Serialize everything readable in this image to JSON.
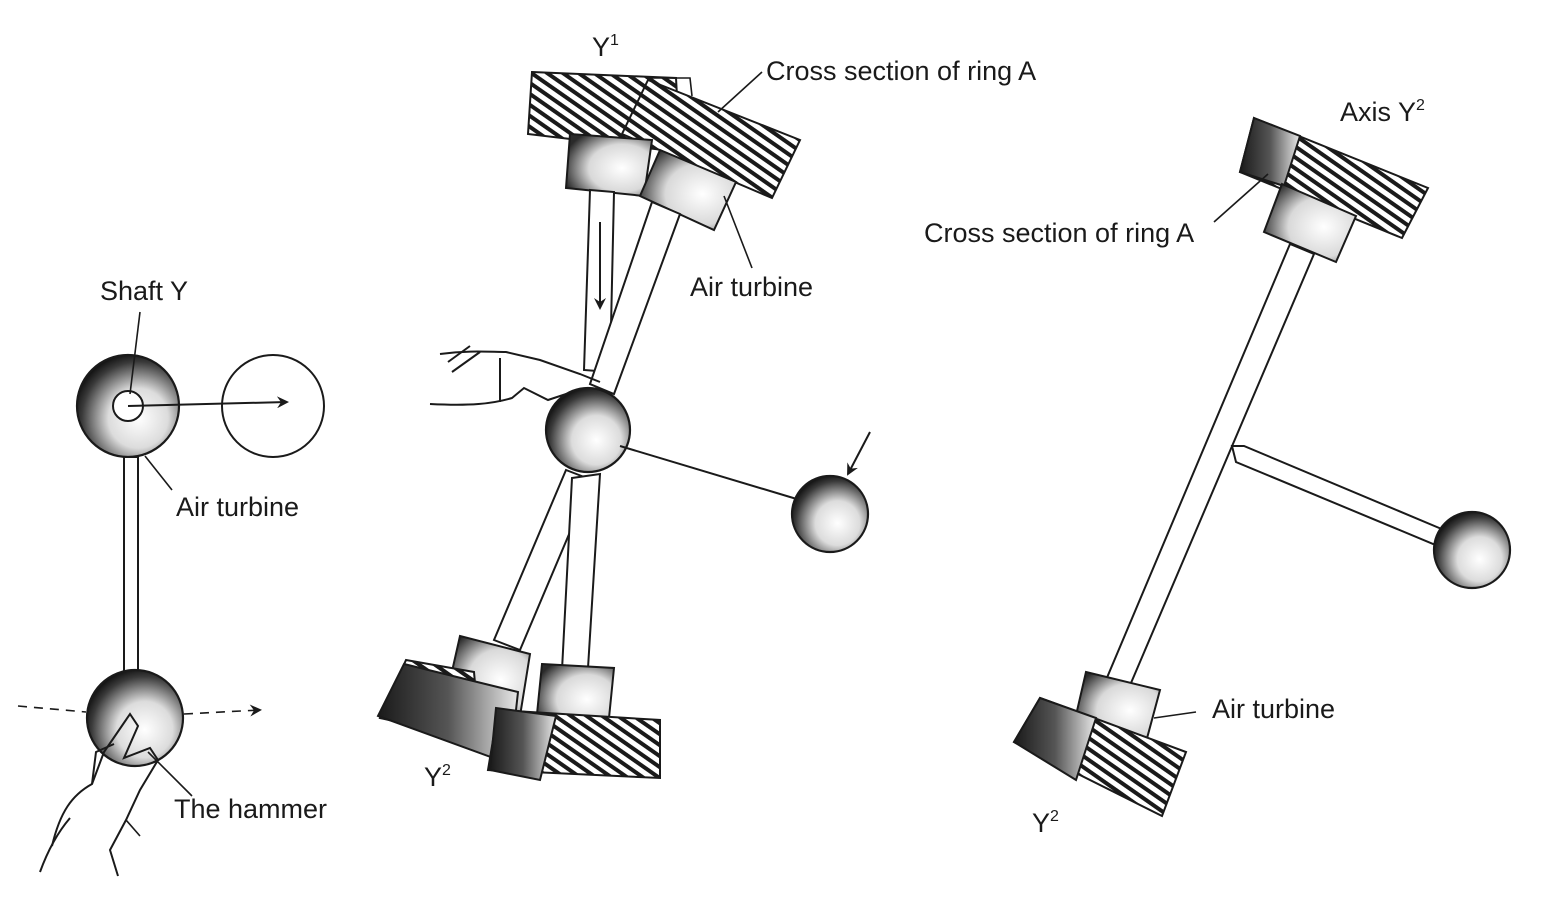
{
  "labels": {
    "shaft_y": "Shaft Y",
    "air_turbine_left": "Air turbine",
    "the_hammer": "The hammer",
    "y1_mid_base": "Y",
    "y1_mid_sup": "1",
    "cross_section_mid": "Cross section of ring A",
    "air_turbine_mid": "Air turbine",
    "y2_mid_base": "Y",
    "y2_mid_sup": "2",
    "axis_y2_base": "Axis Y",
    "axis_y2_sup": "2",
    "cross_section_right": "Cross section of ring A",
    "air_turbine_right": "Air turbine",
    "y2_right_base": "Y",
    "y2_right_sup": "2"
  }
}
